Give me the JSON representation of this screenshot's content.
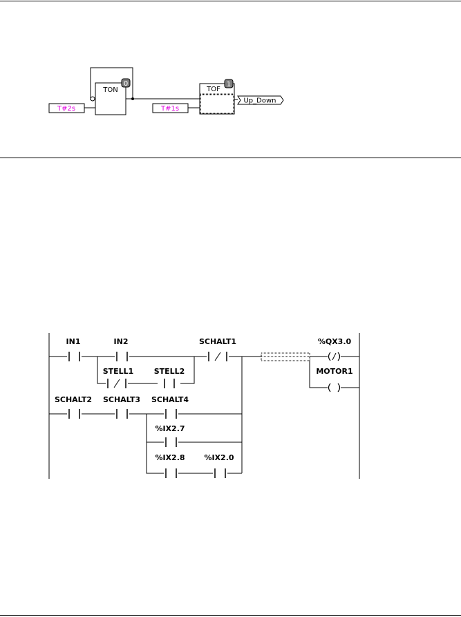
{
  "fbd": {
    "timer_on": {
      "type": "TON",
      "order": "0",
      "preset": "T#2s"
    },
    "timer_off": {
      "type": "TOF",
      "order": "1",
      "preset": "T#1s"
    },
    "output": "Up_Down"
  },
  "ladder": {
    "contacts": {
      "in1": "IN1",
      "in2": "IN2",
      "schalt1": "SCHALT1",
      "stell1": "STELL1",
      "stell2": "STELL2",
      "schalt2": "SCHALT2",
      "schalt3": "SCHALT3",
      "schalt4": "SCHALT4",
      "ix27": "%IX2.7",
      "ix28": "%IX2.8",
      "ix20": "%IX2.0"
    },
    "coils": {
      "qx30": "%QX3.0",
      "motor1": "MOTOR1"
    },
    "symbols": {
      "no_contact": "┤ ├",
      "nc_contact": "┤/├",
      "coil": "( )",
      "neg_coil": "(/)"
    }
  }
}
